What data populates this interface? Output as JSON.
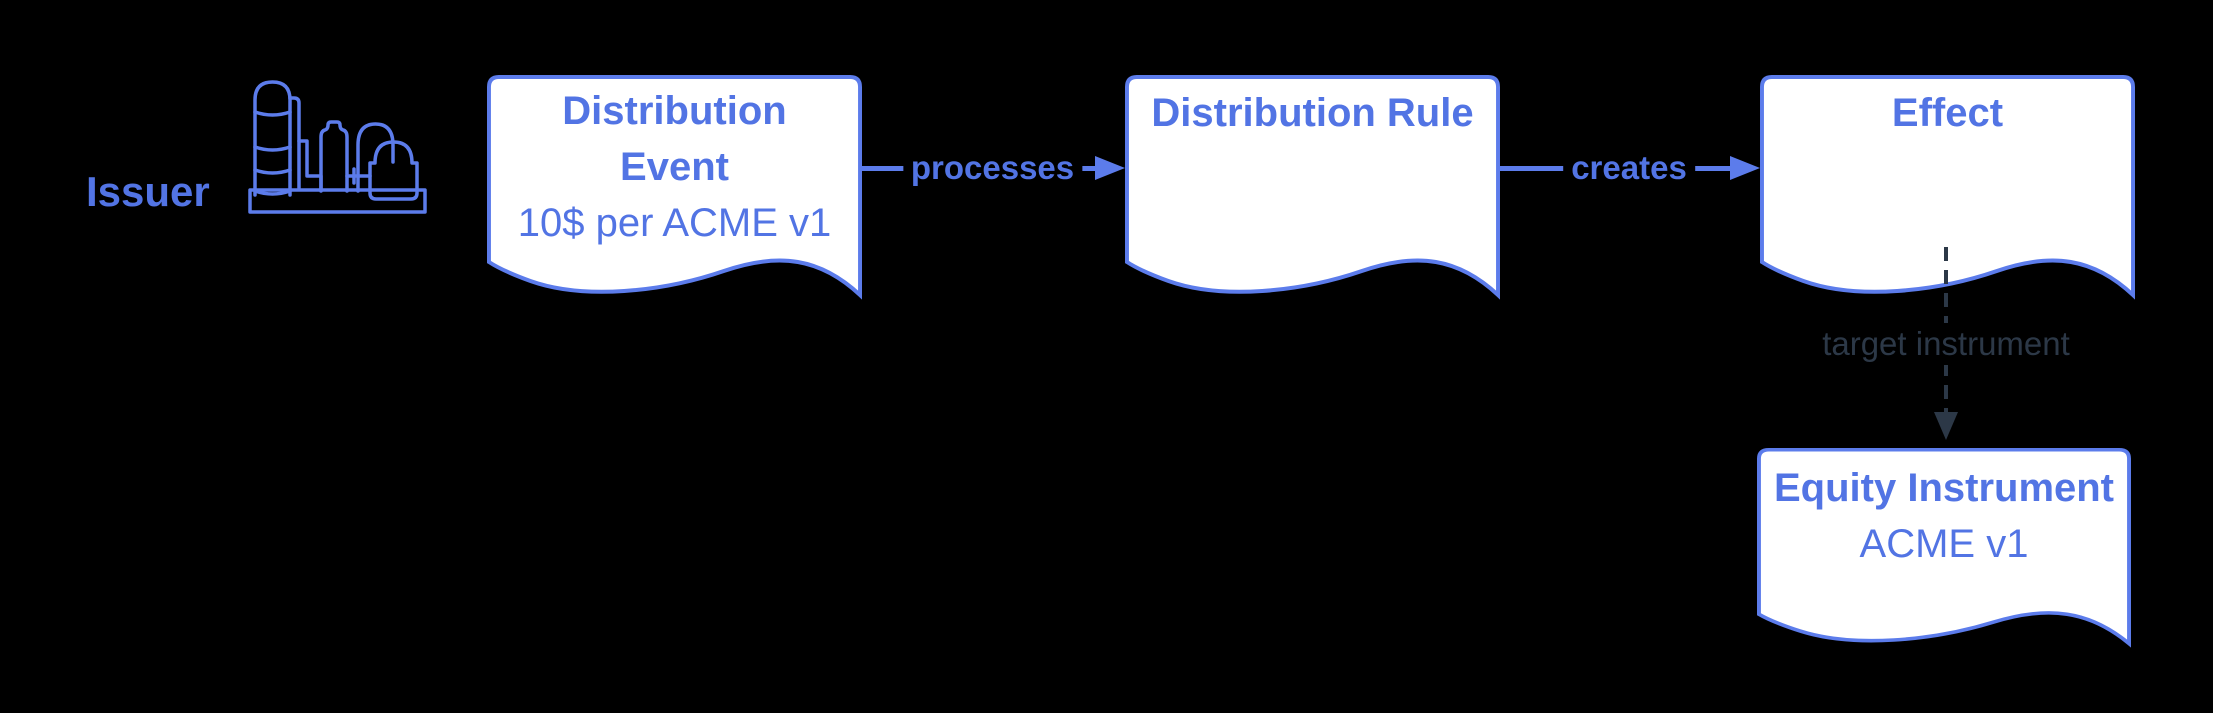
{
  "diagram_type": "flowchart",
  "colors": {
    "background": "#000000",
    "accent_blue": "#5C7CEB",
    "text_blue": "#5274E4",
    "shape_fill": "#FFFFFF",
    "dark": "#2C3847"
  },
  "actor": {
    "label": "Issuer",
    "icon": "factory-icon"
  },
  "nodes": [
    {
      "id": "distribution-event",
      "shape": "document",
      "title_lines": [
        "Distribution",
        "Event"
      ],
      "subtitle": "10$ per ACME v1"
    },
    {
      "id": "distribution-rule",
      "shape": "document",
      "title_lines": [
        "Distribution Rule"
      ],
      "subtitle": ""
    },
    {
      "id": "effect",
      "shape": "document",
      "title_lines": [
        "Effect"
      ],
      "subtitle": ""
    },
    {
      "id": "equity-instrument",
      "shape": "document",
      "title_lines": [
        "Equity Instrument"
      ],
      "subtitle": "ACME v1"
    }
  ],
  "edges": [
    {
      "from": "distribution-event",
      "to": "distribution-rule",
      "label": "processes",
      "style": "solid"
    },
    {
      "from": "distribution-rule",
      "to": "effect",
      "label": "creates",
      "style": "solid"
    },
    {
      "from": "effect",
      "to": "equity-instrument",
      "label": "target instrument",
      "style": "dashed"
    }
  ]
}
